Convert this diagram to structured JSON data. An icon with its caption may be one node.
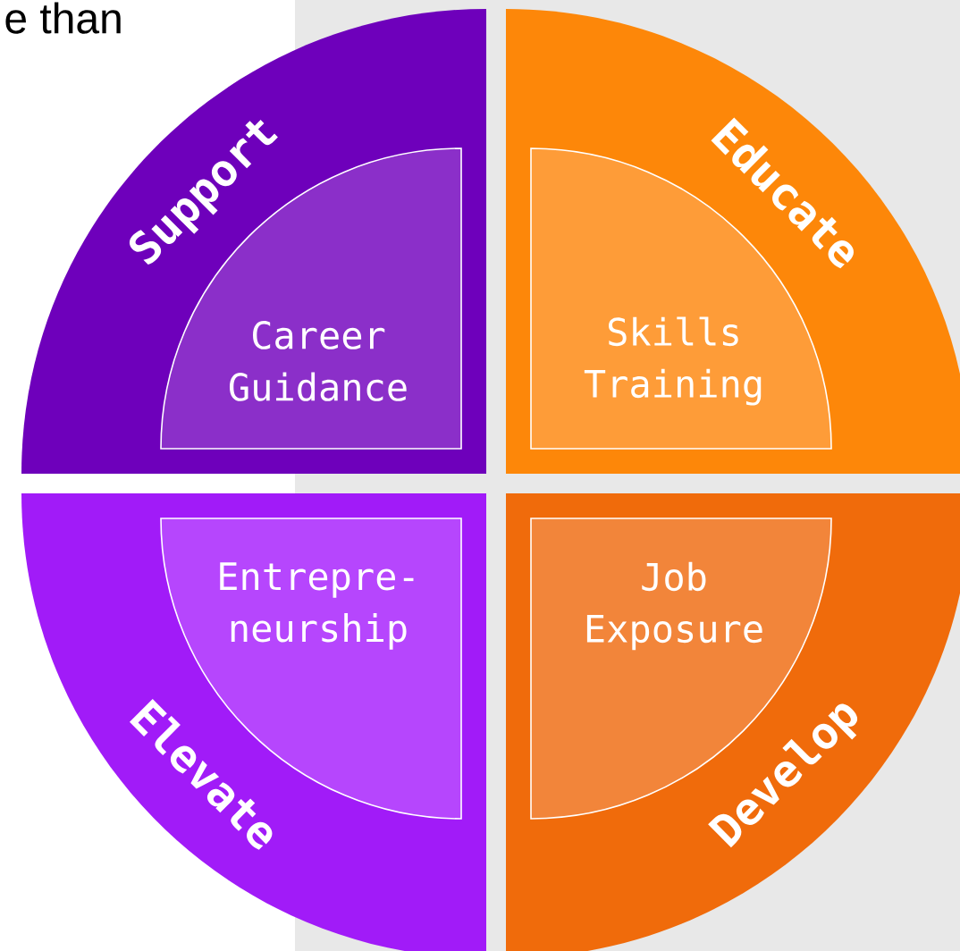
{
  "diagram": {
    "nodes": [
      {
        "text": [
          "Support"
        ]
      },
      {
        "text": [
          "Career Guidance"
        ],
        "in": 0
      },
      {
        "text": [
          "Educate"
        ]
      },
      {
        "text": [
          "Skills Training"
        ],
        "in": 2
      },
      {
        "text": [
          "Elevate"
        ]
      },
      {
        "text": [
          "Entrepre-neurship"
        ],
        "in": 4
      },
      {
        "text": [
          "Develop"
        ]
      },
      {
        "text": [
          "Job Exposure"
        ],
        "in": 6
      }
    ],
    "labels": [
      "e than"
    ]
  }
}
